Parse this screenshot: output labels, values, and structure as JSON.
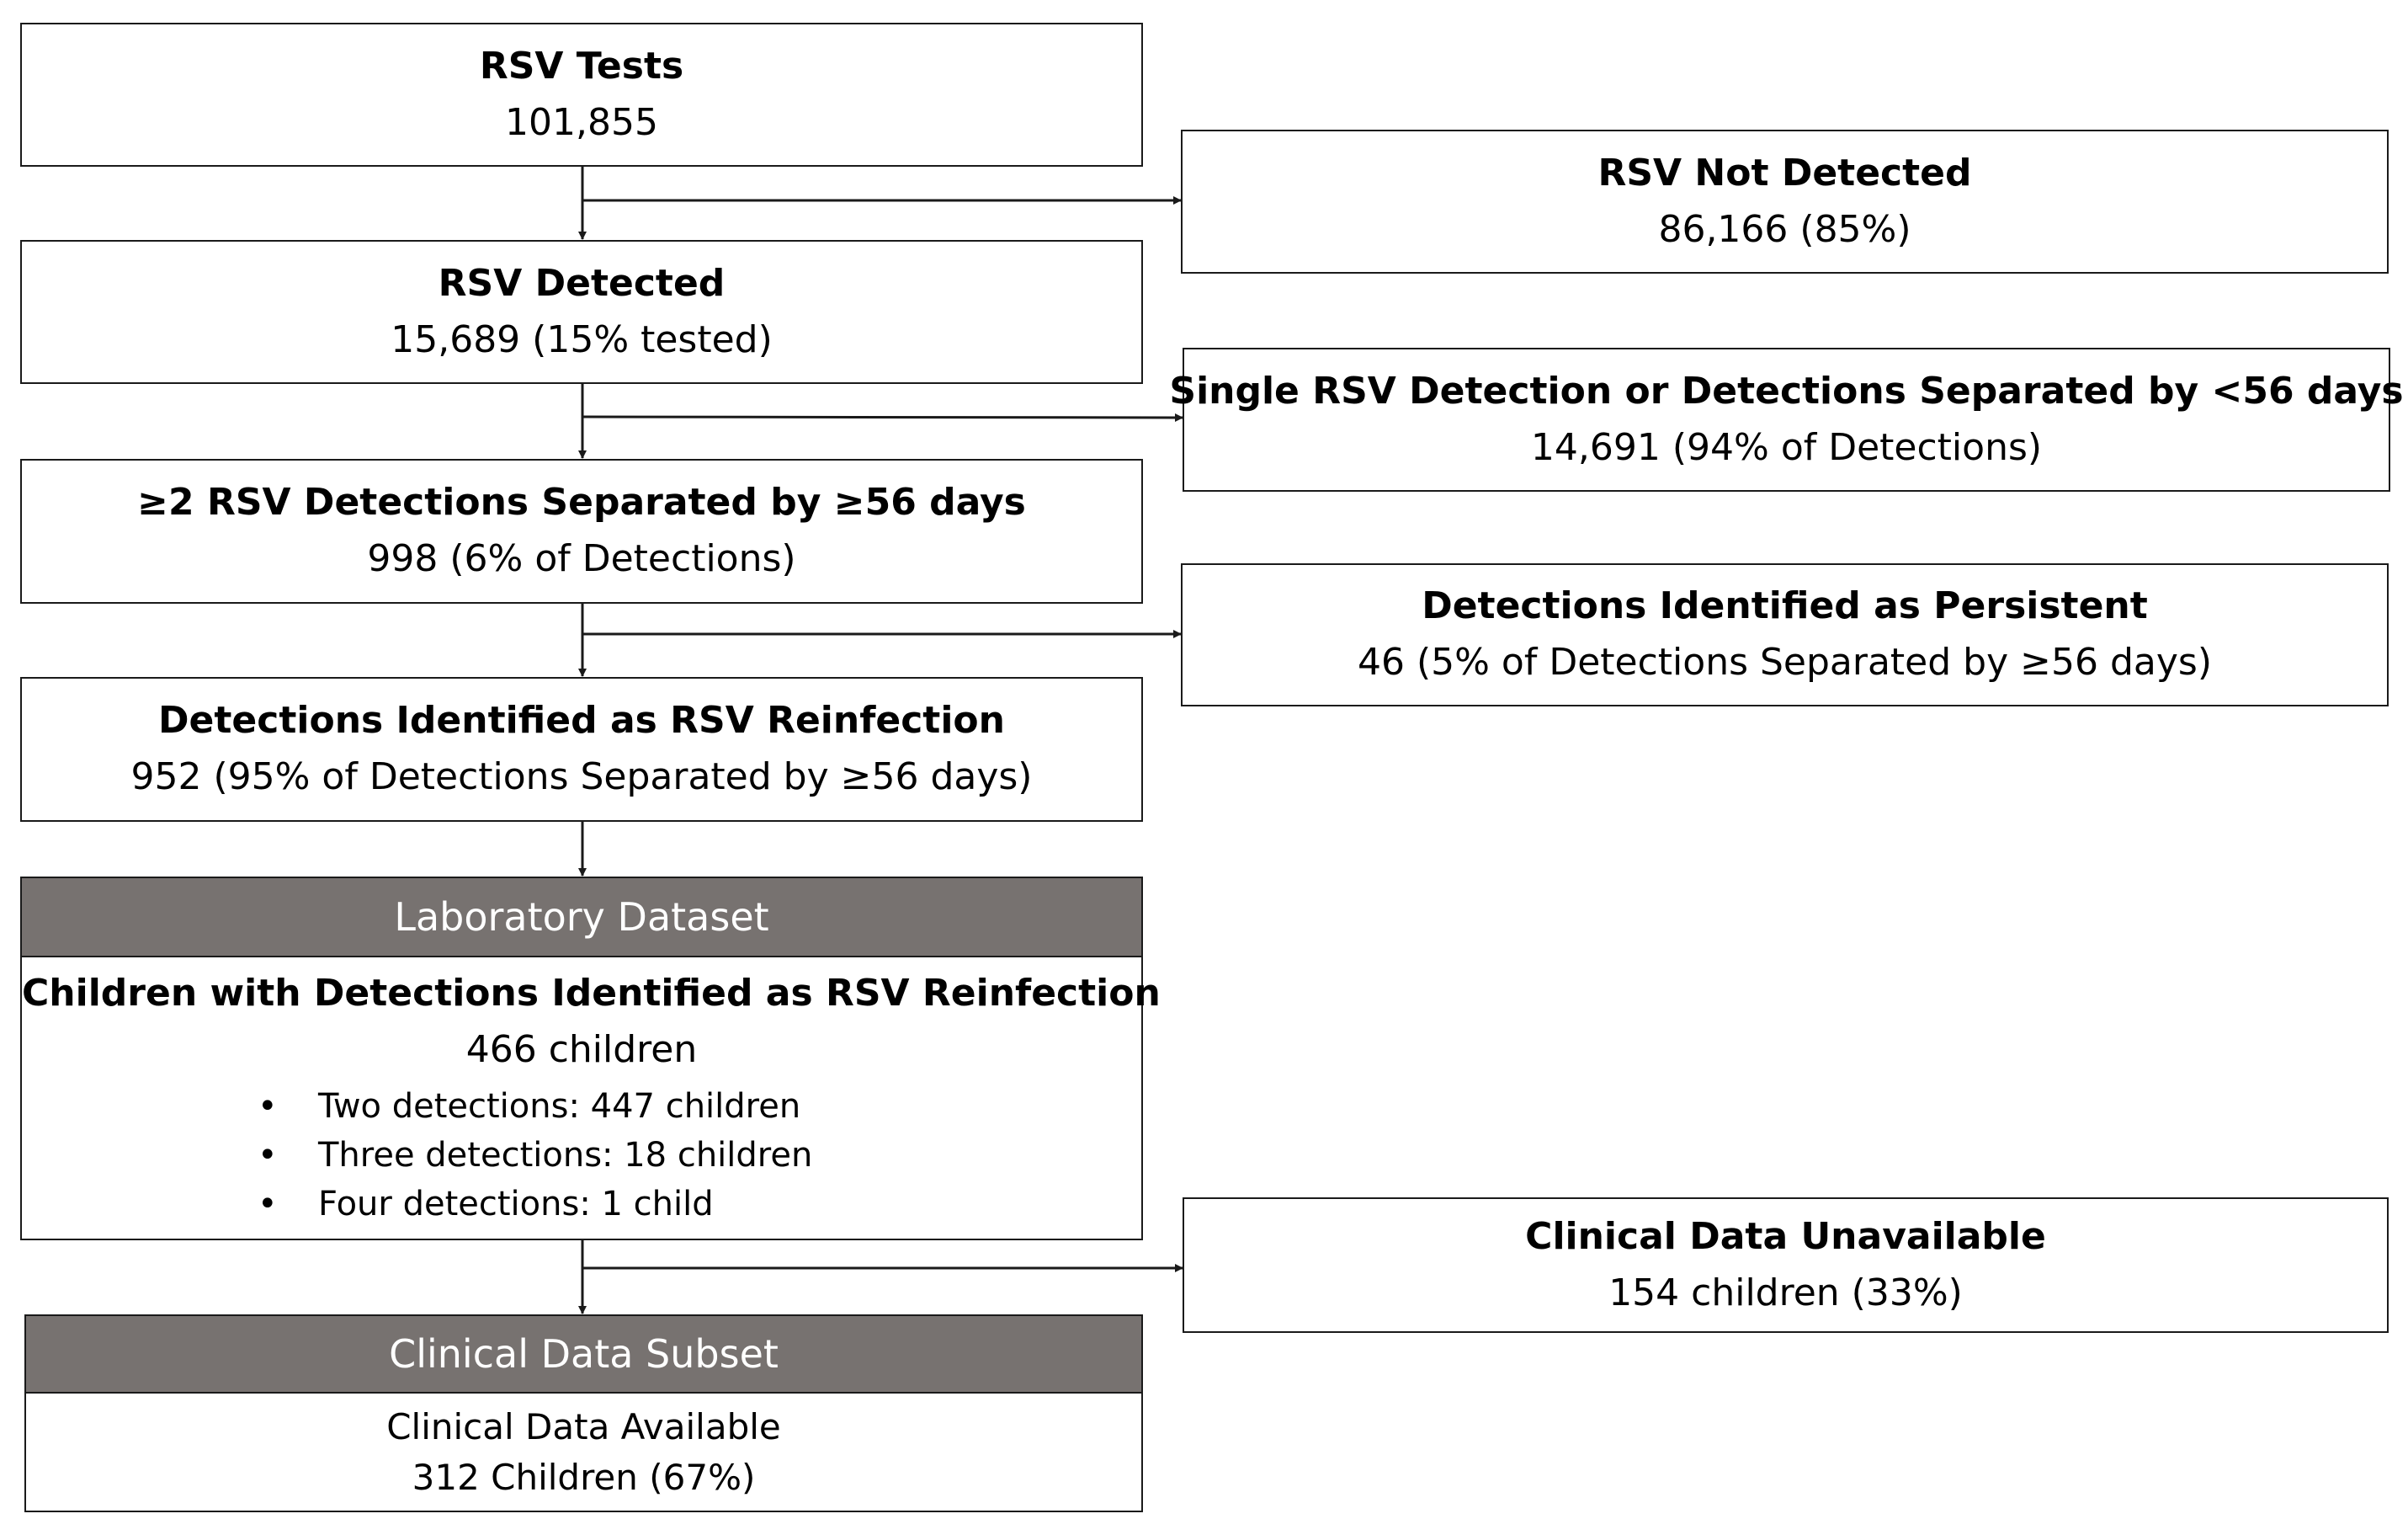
{
  "flow": {
    "tests": {
      "title": "RSV Tests",
      "value": "101,855"
    },
    "not_detected": {
      "title": "RSV Not Detected",
      "value": "86,166 (85%)"
    },
    "detected": {
      "title": "RSV Detected",
      "value": "15,689 (15% tested)"
    },
    "single": {
      "title": "Single RSV Detection or Detections Separated by <56 days",
      "value": "14,691 (94% of Detections)"
    },
    "separated": {
      "title": "≥2 RSV Detections Separated by ≥56 days",
      "value": "998 (6% of Detections)"
    },
    "persistent": {
      "title": "Detections Identified as Persistent",
      "value": "46 (5% of Detections Separated by ≥56 days)"
    },
    "reinfection": {
      "title": "Detections Identified as RSV Reinfection",
      "value": "952 (95% of Detections Separated by ≥56 days)"
    },
    "lab_dataset": {
      "header": "Laboratory Dataset",
      "title": "Children with Detections Identified as RSV Reinfection",
      "value": "466 children",
      "bullets": [
        {
          "mark": "•",
          "text": "Two detections: 447 children"
        },
        {
          "mark": "•",
          "text": "Three detections: 18 children"
        },
        {
          "mark": "•",
          "text": "Four detections: 1 child"
        }
      ]
    },
    "clinical_unavailable": {
      "title": "Clinical Data Unavailable",
      "value": "154 children (33%)"
    },
    "clinical_subset": {
      "header": "Clinical Data Subset",
      "line1": "Clinical Data Available",
      "line2": "312 Children (67%)"
    }
  },
  "colors": {
    "header_fill": "#777270",
    "border": "#1a1a1a"
  }
}
